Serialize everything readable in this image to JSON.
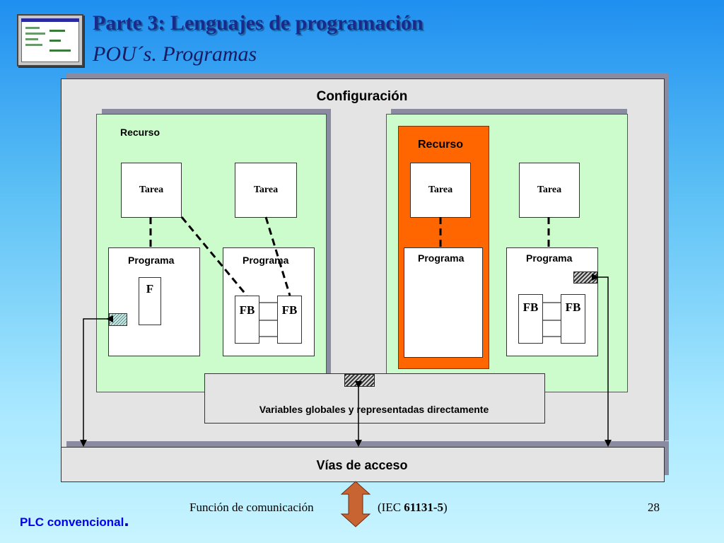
{
  "header": {
    "title": "Parte 3: Lenguajes de programación",
    "subtitle": "POU´s. Programas"
  },
  "diagram": {
    "configuration_label": "Configuración",
    "resource_left_label": "Recurso",
    "resource_right_label": "Recurso",
    "task_label": "Tarea",
    "program_label": "Programa",
    "function_label": "F",
    "fb_label": "FB",
    "globals_label": "Variables globales y   representadas directamente",
    "access_paths_label": "Vías de acceso"
  },
  "footer": {
    "comm_function": "Función de comunicación",
    "standard_prefix": "(IEC ",
    "standard_number": "61131-5",
    "standard_suffix": ")",
    "page_number": "28",
    "brand": "PLC convencional",
    "brand_mark": "."
  },
  "colors": {
    "title": "#1a2a8a",
    "resource_fill": "#ccfccc",
    "highlight_resource": "#ff6600",
    "brand": "#0000ee",
    "comm_arrow": "#c86432"
  }
}
